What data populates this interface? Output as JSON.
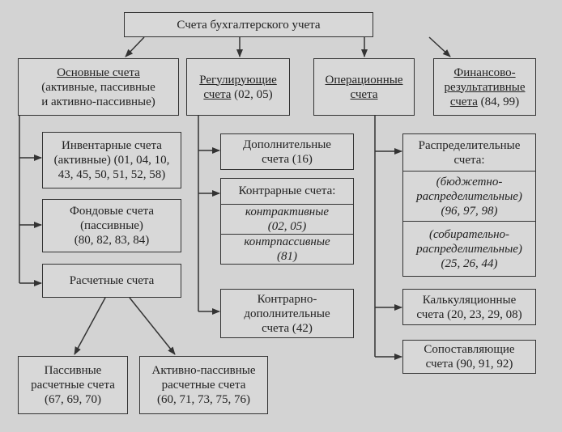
{
  "root": "Счета бухгалтерского учета",
  "basic": {
    "title": "Основные счета",
    "line2": "(активные, пассивные",
    "line3": "и активно-пассивные)"
  },
  "regulating": {
    "title1": "Регулирующие",
    "title2": "счета",
    "codes": " (02, 05)"
  },
  "operational": {
    "title1": "Операционные",
    "title2": "счета"
  },
  "financial": {
    "title1": "Финансово-",
    "title2": "результативные",
    "title3": "счета",
    "codes": " (84, 99)"
  },
  "inventory": {
    "l1": "Инвентарные счета",
    "l2": "(активные) (01, 04, 10,",
    "l3": "43, 45, 50, 51, 52, 58)"
  },
  "fund": {
    "l1": "Фондовые счета",
    "l2": "(пассивные)",
    "l3": "(80, 82, 83, 84)"
  },
  "settlement": {
    "l1": "Расчетные счета"
  },
  "passive_settlement": {
    "l1": "Пассивные",
    "l2": "расчетные счета",
    "l3": "(67, 69, 70)"
  },
  "active_passive_settlement": {
    "l1": "Активно-пассивные",
    "l2": "расчетные счета",
    "l3": "(60, 71, 73, 75, 76)"
  },
  "additional": {
    "l1": "Дополнительные",
    "l2": "счета (16)"
  },
  "contra": {
    "l1": "Контрарные счета:",
    "contra_active": "контрактивные",
    "contra_active_codes": "(02, 05)",
    "contra_passive": "контрпассивные",
    "contra_passive_codes": "(81)"
  },
  "contra_additional": {
    "l1": "Контрарно-",
    "l2": "дополнительные",
    "l3": "счета (42)"
  },
  "distribution": {
    "l1": "Распределительные",
    "l2": "счета:",
    "budget1": "(бюджетно-",
    "budget2": "распределительные)",
    "budget_codes": "(96, 97, 98)",
    "collect1": "(собирательно-",
    "collect2": "распределительные)",
    "collect_codes": "(25, 26, 44)"
  },
  "calculation": {
    "l1": "Калькуляционные",
    "l2": "счета (20, 23, 29, 08)"
  },
  "comparison": {
    "l1": "Сопоставляющие",
    "l2": "счета (90, 91, 92)"
  }
}
